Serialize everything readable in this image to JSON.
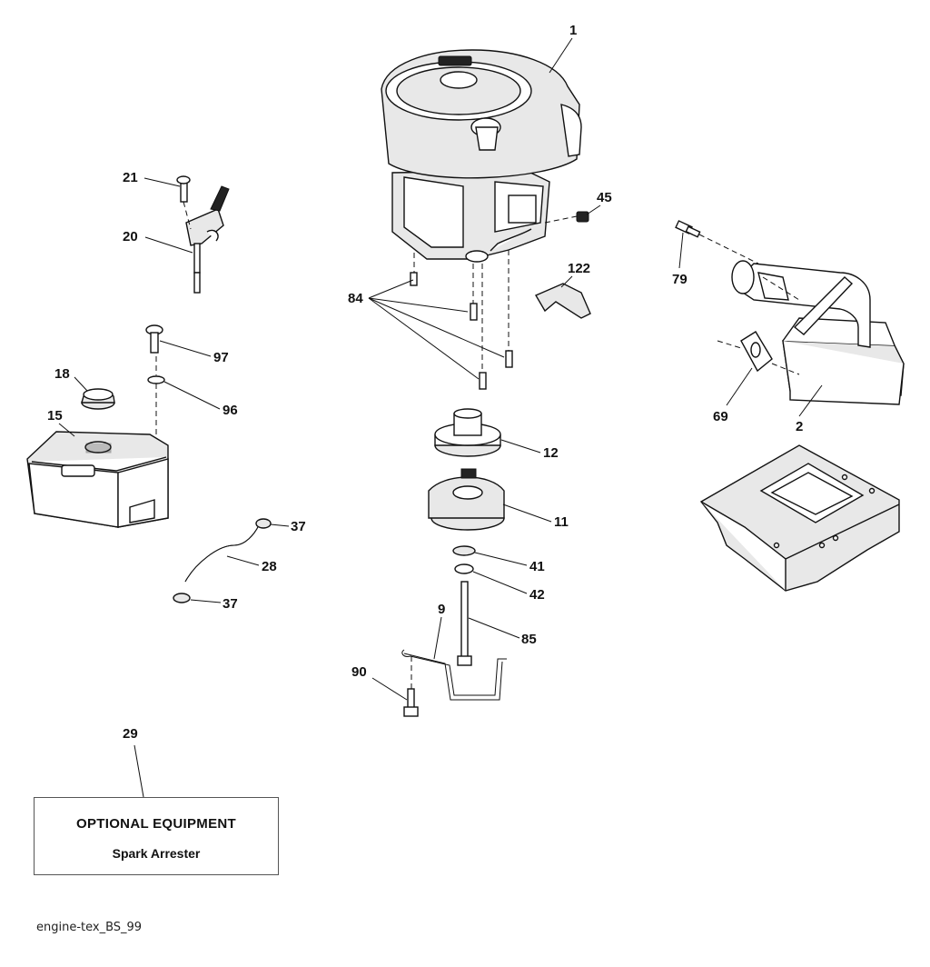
{
  "callouts": {
    "engine": "1",
    "muffler": "2",
    "bracket": "9",
    "clutch": "11",
    "pulley": "12",
    "fuel_tank": "15",
    "fuel_cap": "18",
    "throttle": "20",
    "throttle_screw": "21",
    "fuel_line": "28",
    "optional_box": "29",
    "clamp_top": "37",
    "clamp_bottom": "37",
    "washer_41": "41",
    "washer_42": "42",
    "nut_45": "45",
    "gasket": "69",
    "muffler_bolt": "79",
    "engine_bolts": "84",
    "center_bolt": "85",
    "bracket_bolt": "90",
    "washer_96": "96",
    "screw_97": "97",
    "shield": "122"
  },
  "optional": {
    "title": "OPTIONAL EQUIPMENT",
    "item": "Spark Arrester"
  },
  "figure_id": "engine-tex_BS_99"
}
